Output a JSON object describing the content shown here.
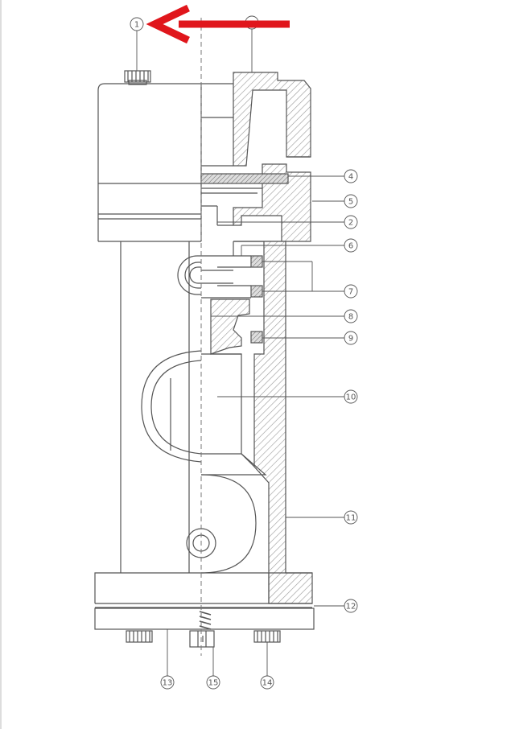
{
  "colors": {
    "line": "#555555",
    "hatch": "#9a9a9a",
    "arrow": "#e0161c",
    "background": "#ffffff"
  },
  "callouts": [
    {
      "name": "callout-1",
      "label": "1"
    },
    {
      "name": "callout-top",
      "label": ""
    },
    {
      "name": "callout-4",
      "label": "4"
    },
    {
      "name": "callout-5",
      "label": "5"
    },
    {
      "name": "callout-2",
      "label": "2"
    },
    {
      "name": "callout-6",
      "label": "6"
    },
    {
      "name": "callout-7",
      "label": "7"
    },
    {
      "name": "callout-8",
      "label": "8"
    },
    {
      "name": "callout-9",
      "label": "9"
    },
    {
      "name": "callout-10",
      "label": "10"
    },
    {
      "name": "callout-11",
      "label": "11"
    },
    {
      "name": "callout-12",
      "label": "12"
    },
    {
      "name": "callout-13",
      "label": "13"
    },
    {
      "name": "callout-15",
      "label": "15"
    },
    {
      "name": "callout-14",
      "label": "14"
    }
  ]
}
